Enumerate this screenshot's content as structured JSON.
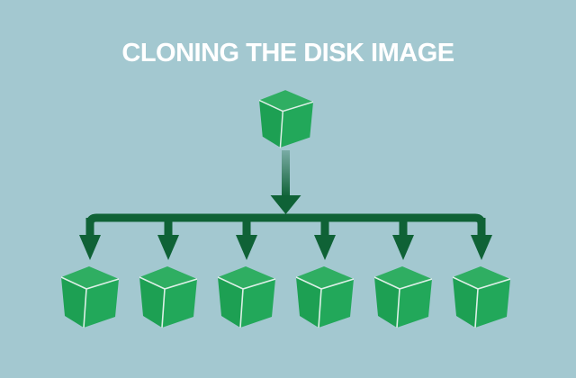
{
  "title": "CLONING THE DISK IMAGE",
  "colors": {
    "background": "#a3c8d0",
    "title_text": "#ffffff",
    "connector_dark_green": "#0f6236",
    "arrow_gradient_top": "#0f6236",
    "cube_top": "#2fae62",
    "cube_left": "#1da053",
    "cube_right": "#22a85a",
    "cube_edge": "#ddefe7"
  },
  "diagram": {
    "source_node": "disk-image",
    "clone_count": 6,
    "flow": "one source disk image cube distributes via arrows to six clone cubes"
  }
}
